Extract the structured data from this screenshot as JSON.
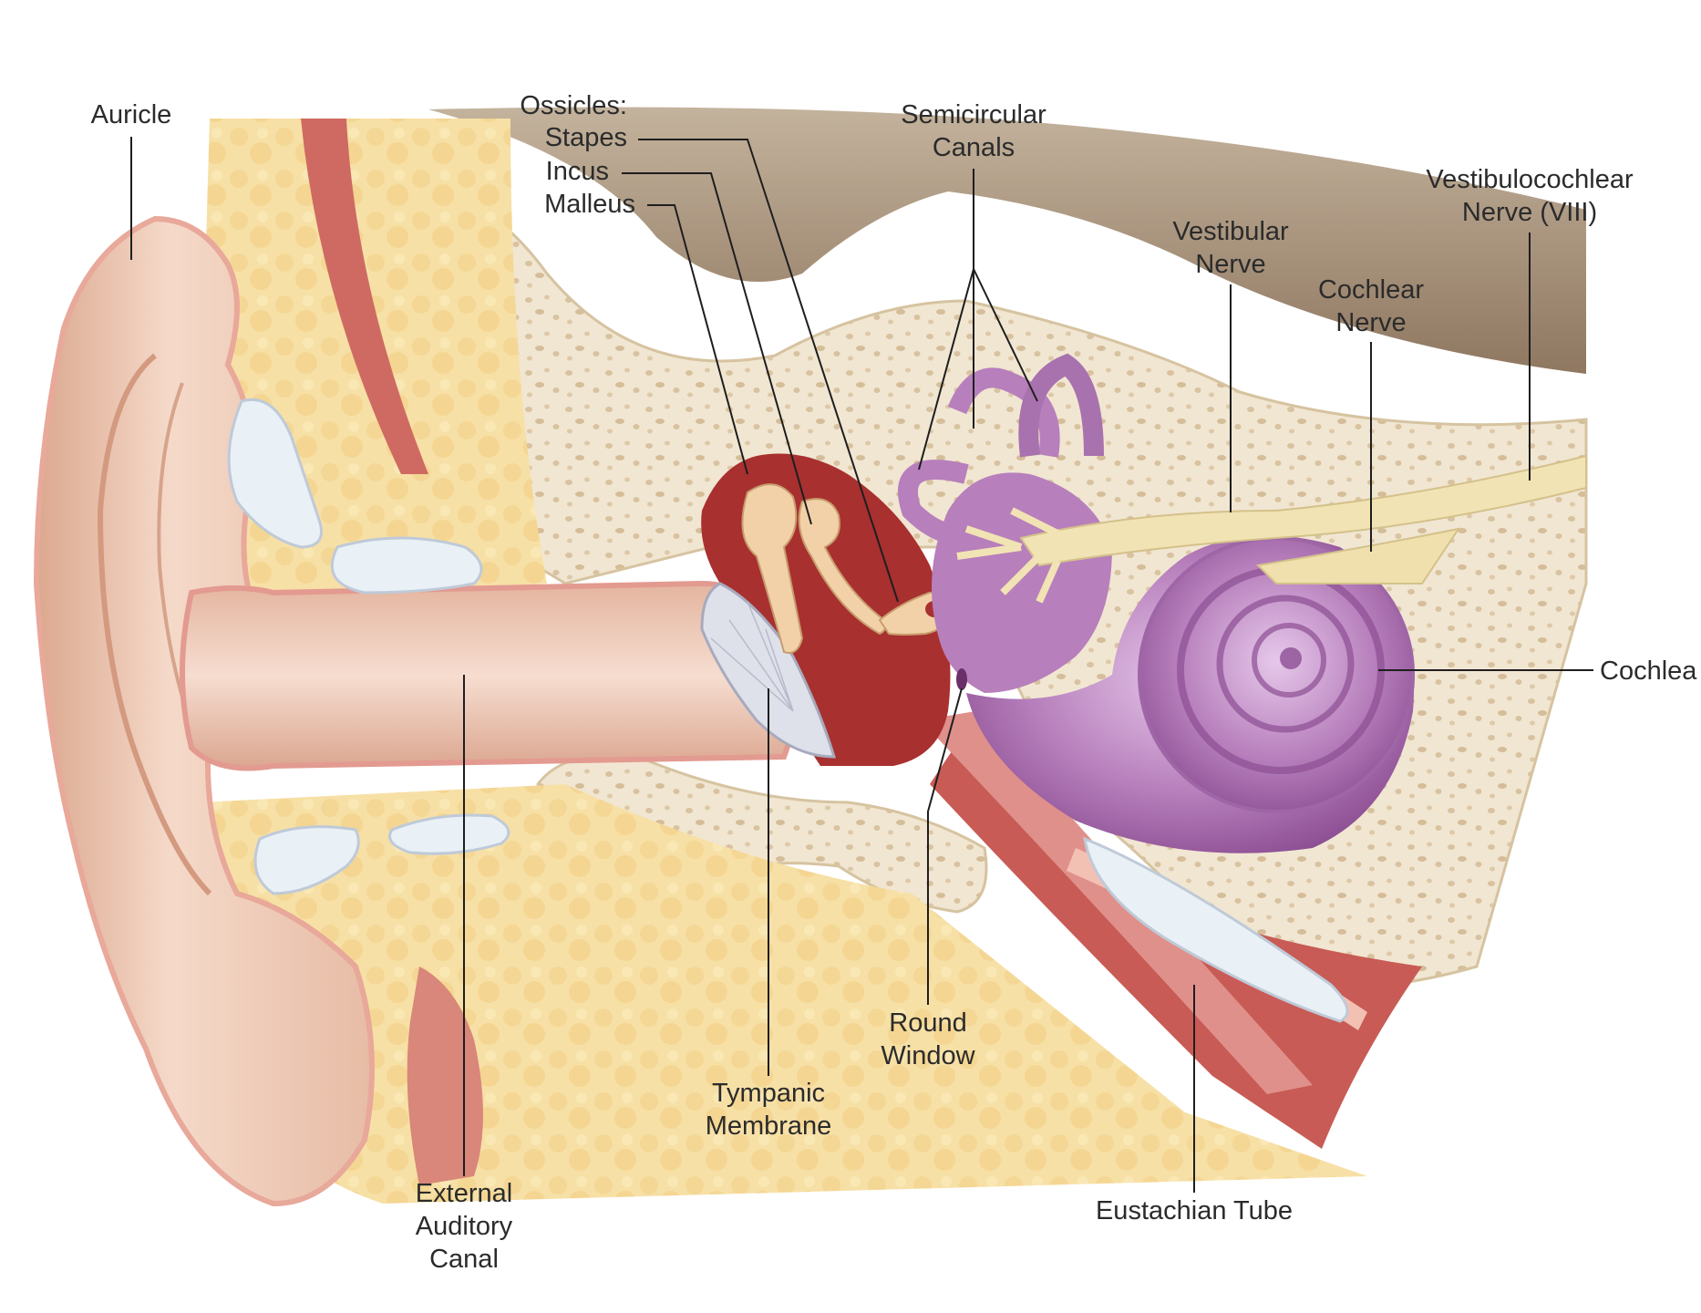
{
  "labels": {
    "auricle": "Auricle",
    "ossicles": "Ossicles:",
    "stapes": "Stapes",
    "incus": "Incus",
    "malleus": "Malleus",
    "semicircular_1": "Semicircular",
    "semicircular_2": "Canals",
    "vestibulocochlear_1": "Vestibulocochlear",
    "vestibulocochlear_2": "Nerve (VIII)",
    "vestibular_1": "Vestibular",
    "vestibular_2": "Nerve",
    "cochlear_nerve_1": "Cochlear",
    "cochlear_nerve_2": "Nerve",
    "cochlea": "Cochlea",
    "round_window_1": "Round",
    "round_window_2": "Window",
    "tympanic_1": "Tympanic",
    "tympanic_2": "Membrane",
    "external_1": "External",
    "external_2": "Auditory",
    "external_3": "Canal",
    "eustachian": "Eustachian Tube"
  },
  "colors": {
    "skin": "#f0cdb8",
    "skin_shadow": "#d9a58a",
    "fat": "#f6dc9c",
    "cartilage": "#e8f0f6",
    "bone": "#f1e6d2",
    "bone_speckle": "#d9c6a4",
    "muscle": "#cf6a62",
    "middle_ear": "#a8302f",
    "ossicle": "#f2d1a8",
    "inner_ear": "#b77fbc",
    "nerve": "#f1e3b4",
    "cavity": "#8f7558",
    "membrane": "#d9dbe6"
  }
}
